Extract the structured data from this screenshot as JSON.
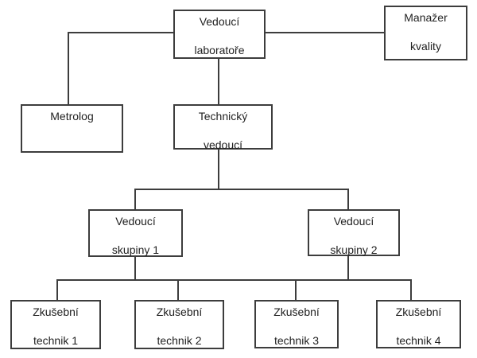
{
  "diagram": {
    "type": "org-chart",
    "colors": {
      "line": "#3d3d3d",
      "text": "#1f1f1f",
      "background": "#ffffff"
    },
    "nodes": {
      "vedouci_laboratore": {
        "line1": "Vedoucí",
        "line2": "laboratoře"
      },
      "manazer_kvality": {
        "line1": "Manažer",
        "line2": "kvality"
      },
      "metrolog": {
        "line1": "Metrolog",
        "line2": ""
      },
      "technicky_vedouci": {
        "line1": "Technický",
        "line2": "vedoucí"
      },
      "vedouci_skupiny_1": {
        "line1": "Vedoucí",
        "line2": "skupiny 1"
      },
      "vedouci_skupiny_2": {
        "line1": "Vedoucí",
        "line2": "skupiny 2"
      },
      "zkusebni_technik_1": {
        "line1": "Zkušební",
        "line2": "technik 1"
      },
      "zkusebni_technik_2": {
        "line1": "Zkušební",
        "line2": "technik 2"
      },
      "zkusebni_technik_3": {
        "line1": "Zkušební",
        "line2": "technik 3"
      },
      "zkusebni_technik_4": {
        "line1": "Zkušební",
        "line2": "technik 4"
      }
    },
    "edges": [
      [
        "vedouci_laboratore",
        "manazer_kvality"
      ],
      [
        "vedouci_laboratore",
        "metrolog"
      ],
      [
        "vedouci_laboratore",
        "technicky_vedouci"
      ],
      [
        "technicky_vedouci",
        "vedouci_skupiny_1"
      ],
      [
        "technicky_vedouci",
        "vedouci_skupiny_2"
      ],
      [
        "vedouci_skupiny_1",
        "zkusebni_technik_1"
      ],
      [
        "vedouci_skupiny_1",
        "zkusebni_technik_2"
      ],
      [
        "vedouci_skupiny_2",
        "zkusebni_technik_3"
      ],
      [
        "vedouci_skupiny_2",
        "zkusebni_technik_4"
      ]
    ]
  }
}
